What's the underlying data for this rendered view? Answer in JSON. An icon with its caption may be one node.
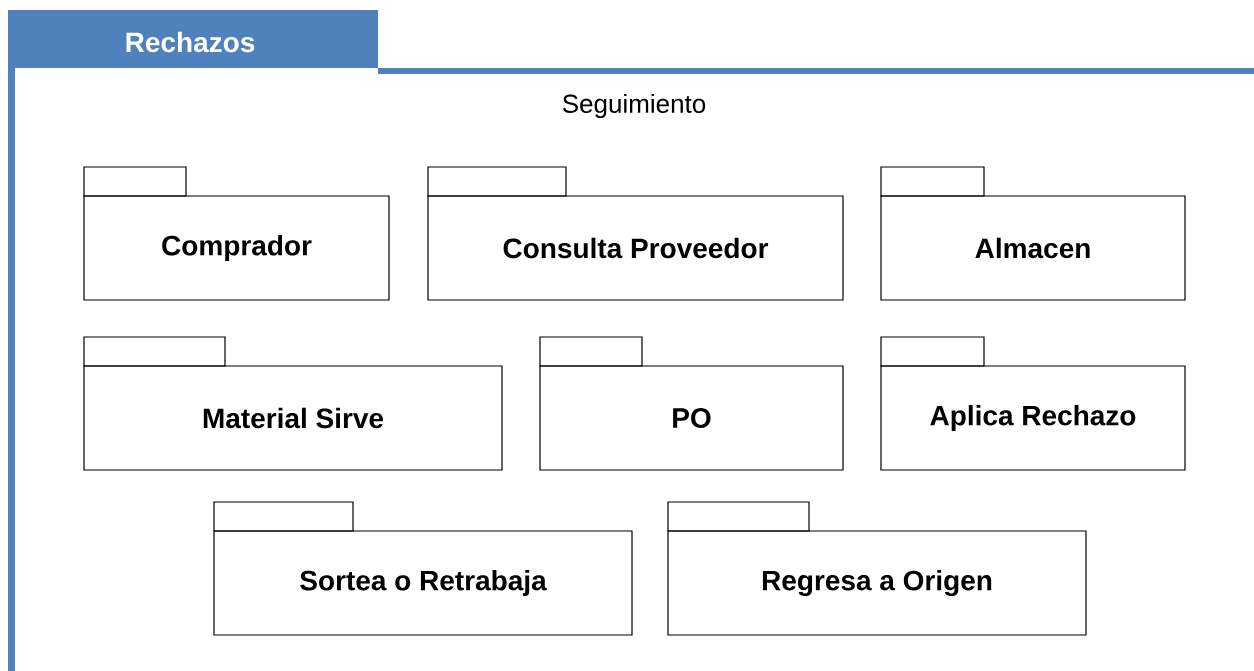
{
  "diagram": {
    "nodes": [
      {
        "text": [
          "Rechazos",
          "Seguimiento"
        ]
      },
      {
        "text": [
          "Comprador"
        ],
        "in": 0
      },
      {
        "text": [
          "Consulta Proveedor"
        ],
        "in": 0
      },
      {
        "text": [
          "Almacen"
        ],
        "in": 0
      },
      {
        "text": [
          "Material Sirve"
        ],
        "in": 0
      },
      {
        "text": [
          "PO"
        ],
        "in": 0
      },
      {
        "text": [
          "Aplica Rechazo"
        ],
        "in": 0
      },
      {
        "text": [
          "Sortea o Retrabaja"
        ],
        "in": 0
      },
      {
        "text": [
          "Regresa a Origen"
        ],
        "in": 0
      }
    ]
  }
}
